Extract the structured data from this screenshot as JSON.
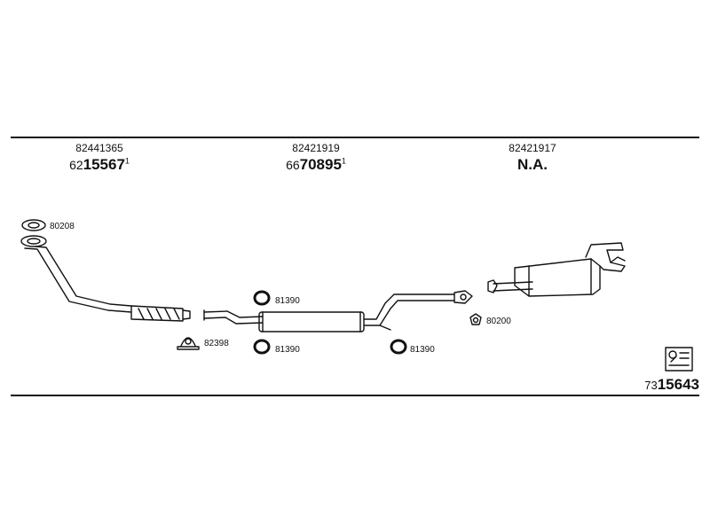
{
  "sections": [
    {
      "oe_number": "82441365",
      "part_prefix": "62",
      "part_main": "15567",
      "part_suffix": "1"
    },
    {
      "oe_number": "82421919",
      "part_prefix": "66",
      "part_main": "70895",
      "part_suffix": "1"
    },
    {
      "oe_number": "82421917",
      "status": "N.A."
    }
  ],
  "parts": {
    "gasket_front": "80208",
    "ring_upper": "81390",
    "ring_lower_left": "81390",
    "ring_lower_right": "81390",
    "clamp": "82398",
    "gasket_rear": "80200"
  },
  "reference": {
    "prefix": "73",
    "main": "15643"
  }
}
